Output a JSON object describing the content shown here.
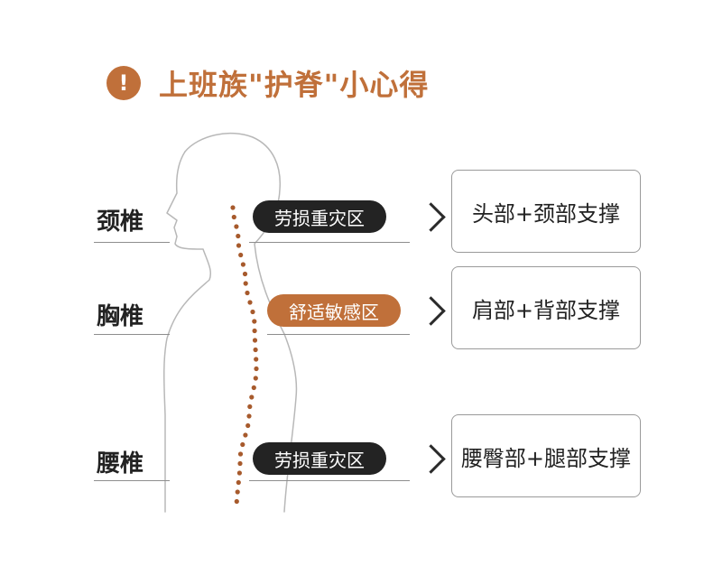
{
  "title": {
    "icon": "exclamation-icon",
    "icon_glyph": "!",
    "text": "上班族\"护脊\"小心得"
  },
  "sections": [
    {
      "label": "颈椎",
      "zone": "劳损重灾区",
      "zone_style": "dark",
      "support": "头部+颈部支撑"
    },
    {
      "label": "胸椎",
      "zone": "舒适敏感区",
      "zone_style": "orange",
      "support": "肩部+背部支撑"
    },
    {
      "label": "腰椎",
      "zone": "劳损重灾区",
      "zone_style": "dark",
      "support": "腰臀部+腿部支撑"
    }
  ],
  "colors": {
    "accent": "#c0703a",
    "dark_pill": "#232323",
    "spine_dots": "#a75a2c"
  },
  "icons": [
    "exclamation-icon",
    "chevron-right-icon",
    "body-silhouette-icon"
  ]
}
